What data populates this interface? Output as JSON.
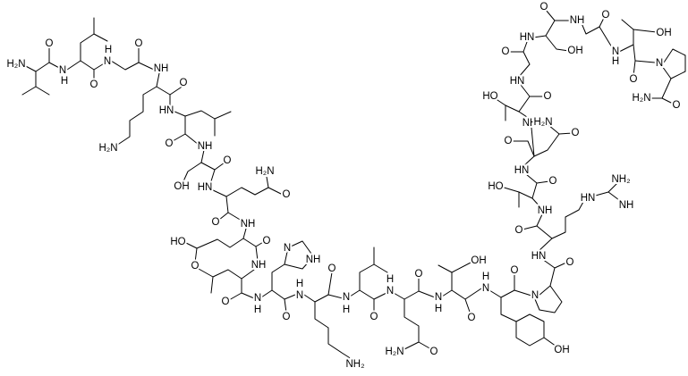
{
  "molecule": {
    "atom_labels": [
      "H₂N",
      "O",
      "N",
      "H",
      "O",
      "H",
      "N",
      "O",
      "NH",
      "O",
      "HN",
      "H₂N",
      "O",
      "NH",
      "O",
      "OH",
      "HN",
      "H₂N",
      "O",
      "O",
      "NH",
      "HO",
      "O",
      "N",
      "NH",
      "NH",
      "O",
      "O",
      "N",
      "H",
      "H",
      "N",
      "O",
      "O",
      "N",
      "H",
      "O",
      "H",
      "N",
      "O",
      "N",
      "H",
      "OH",
      "H",
      "N",
      "O",
      "O",
      "N",
      "HN",
      "O",
      "O",
      "NH",
      "NH₂",
      "HN",
      "NH",
      "O",
      "HO",
      "HN",
      "O",
      "O",
      "NH",
      "H₂N",
      "HO",
      "O",
      "HN",
      "O",
      "HN",
      "OH",
      "O",
      "NH",
      "O",
      "OH",
      "N",
      "H",
      "N",
      "O",
      "H₂N",
      "O",
      "OH",
      "NH₂",
      "H₂N",
      "O"
    ]
  }
}
